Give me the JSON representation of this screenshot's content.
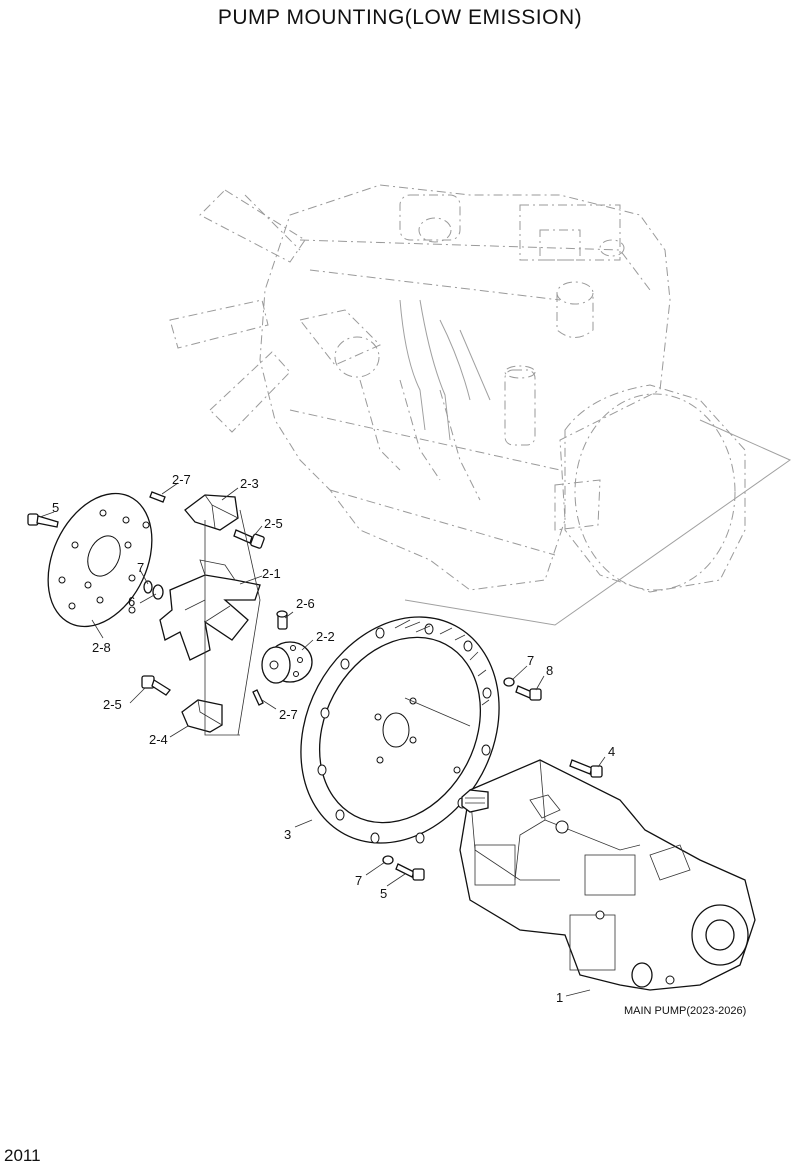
{
  "title": "PUMP MOUNTING(LOW EMISSION)",
  "page_number": "2011",
  "caption": "MAIN PUMP(2023-2026)",
  "callouts": {
    "c5a": "5",
    "c27a": "2-7",
    "c23": "2-3",
    "c25a": "2-5",
    "c21": "2-1",
    "c7a": "7",
    "c6": "6",
    "c26": "2-6",
    "c28": "2-8",
    "c22": "2-2",
    "c25b": "2-5",
    "c27b": "2-7",
    "c24": "2-4",
    "c7b": "7",
    "c8": "8",
    "c4": "4",
    "c3": "3",
    "c7c": "7",
    "c5b": "5",
    "c1": "1"
  }
}
